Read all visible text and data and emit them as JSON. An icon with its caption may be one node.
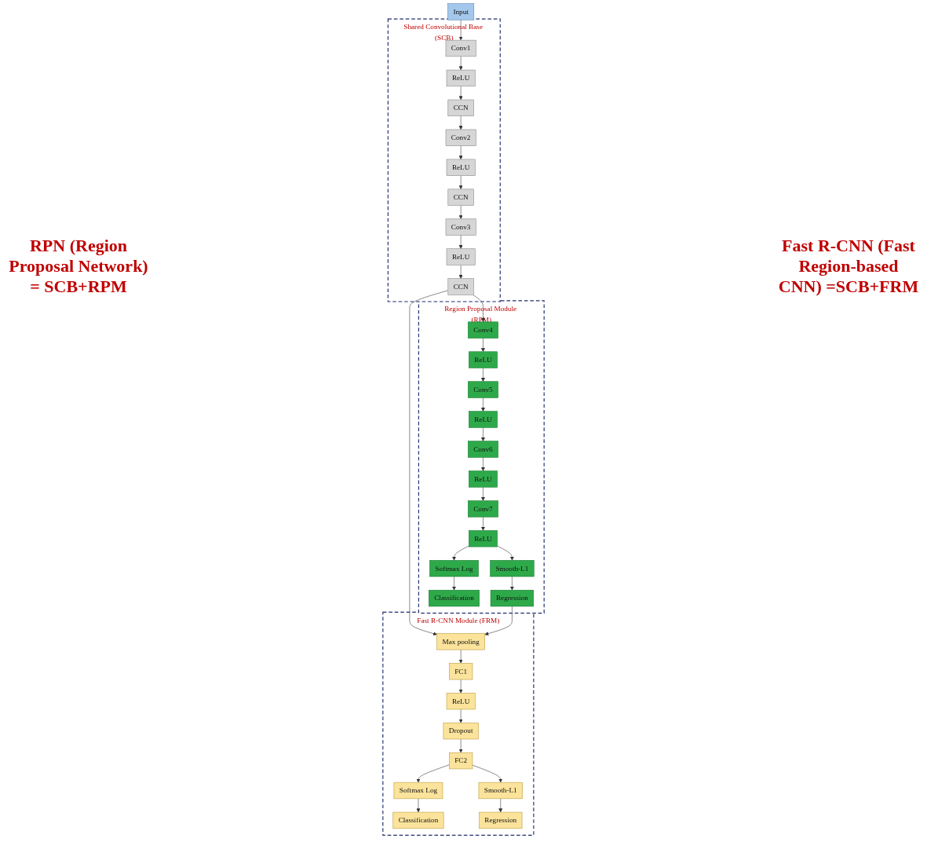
{
  "diagram": {
    "nodes": [
      {
        "text": [
          "Input"
        ]
      },
      {
        "text": [
          "Shared Convolutional Base (SCB)"
        ]
      },
      {
        "text": [
          "Conv1"
        ],
        "in": 1
      },
      {
        "text": [
          "ReLU"
        ],
        "in": 1
      },
      {
        "text": [
          "CCN"
        ],
        "in": 1
      },
      {
        "text": [
          "Conv2"
        ],
        "in": 1
      },
      {
        "text": [
          "ReLU"
        ],
        "in": 1
      },
      {
        "text": [
          "CCN"
        ],
        "in": 1
      },
      {
        "text": [
          "Conv3"
        ],
        "in": 1
      },
      {
        "text": [
          "ReLU"
        ],
        "in": 1
      },
      {
        "text": [
          "CCN"
        ],
        "in": 1
      },
      {
        "text": [
          "Region Proposal Module (RPM)"
        ]
      },
      {
        "text": [
          "Conv4"
        ],
        "in": 11
      },
      {
        "text": [
          "ReLU"
        ],
        "in": 11
      },
      {
        "text": [
          "Conv5"
        ],
        "in": 11
      },
      {
        "text": [
          "ReLU"
        ],
        "in": 11
      },
      {
        "text": [
          "Conv6"
        ],
        "in": 11
      },
      {
        "text": [
          "ReLU"
        ],
        "in": 11
      },
      {
        "text": [
          "Conv7"
        ],
        "in": 11
      },
      {
        "text": [
          "ReLU"
        ],
        "in": 11
      },
      {
        "text": [
          "Softmax Log"
        ],
        "in": 11
      },
      {
        "text": [
          "Classification"
        ],
        "in": 11
      },
      {
        "text": [
          "Smooth-L1"
        ],
        "in": 11
      },
      {
        "text": [
          "Regression"
        ],
        "in": 11
      },
      {
        "text": [
          "Fast R-CNN Module (FRM)"
        ]
      },
      {
        "text": [
          "Max pooling"
        ],
        "in": 24
      },
      {
        "text": [
          "FC1"
        ],
        "in": 24
      },
      {
        "text": [
          "ReLU"
        ],
        "in": 24
      },
      {
        "text": [
          "Dropout"
        ],
        "in": 24
      },
      {
        "text": [
          "FC2"
        ],
        "in": 24
      },
      {
        "text": [
          "Softmax Log"
        ],
        "in": 24
      },
      {
        "text": [
          "Classification"
        ],
        "in": 24
      },
      {
        "text": [
          "Smooth-L1"
        ],
        "in": 24
      },
      {
        "text": [
          "Regression"
        ],
        "in": 24
      }
    ],
    "edges": [
      {
        "from": 0,
        "to": 2,
        "arrow": "to"
      },
      {
        "from": 2,
        "to": 3,
        "arrow": "to"
      },
      {
        "from": 3,
        "to": 4,
        "arrow": "to"
      },
      {
        "from": 4,
        "to": 5,
        "arrow": "to"
      },
      {
        "from": 5,
        "to": 6,
        "arrow": "to"
      },
      {
        "from": 6,
        "to": 7,
        "arrow": "to"
      },
      {
        "from": 7,
        "to": 8,
        "arrow": "to"
      },
      {
        "from": 8,
        "to": 9,
        "arrow": "to"
      },
      {
        "from": 9,
        "to": 10,
        "arrow": "to"
      },
      {
        "from": 10,
        "to": 12,
        "arrow": "to"
      },
      {
        "from": 10,
        "to": 25,
        "arrow": "to"
      },
      {
        "from": 12,
        "to": 13,
        "arrow": "to"
      },
      {
        "from": 13,
        "to": 14,
        "arrow": "to"
      },
      {
        "from": 14,
        "to": 15,
        "arrow": "to"
      },
      {
        "from": 15,
        "to": 16,
        "arrow": "to"
      },
      {
        "from": 16,
        "to": 17,
        "arrow": "to"
      },
      {
        "from": 17,
        "to": 18,
        "arrow": "to"
      },
      {
        "from": 18,
        "to": 19,
        "arrow": "to"
      },
      {
        "from": 19,
        "to": 20,
        "arrow": "to"
      },
      {
        "from": 19,
        "to": 22,
        "arrow": "to"
      },
      {
        "from": 20,
        "to": 21,
        "arrow": "to"
      },
      {
        "from": 22,
        "to": 23,
        "arrow": "to"
      },
      {
        "from": 23,
        "to": 25,
        "arrow": "to"
      },
      {
        "from": 25,
        "to": 26,
        "arrow": "to"
      },
      {
        "from": 26,
        "to": 27,
        "arrow": "to"
      },
      {
        "from": 27,
        "to": 28,
        "arrow": "to"
      },
      {
        "from": 28,
        "to": 29,
        "arrow": "to"
      },
      {
        "from": 29,
        "to": 30,
        "arrow": "to"
      },
      {
        "from": 29,
        "to": 32,
        "arrow": "to"
      },
      {
        "from": 30,
        "to": 31,
        "arrow": "to"
      },
      {
        "from": 32,
        "to": 33,
        "arrow": "to"
      }
    ],
    "labels": [
      "RPN (Region Proposal Network) = SCB+RPM",
      "Fast R-CNN (Fast Region-based CNN) =SCB+FRM"
    ]
  }
}
